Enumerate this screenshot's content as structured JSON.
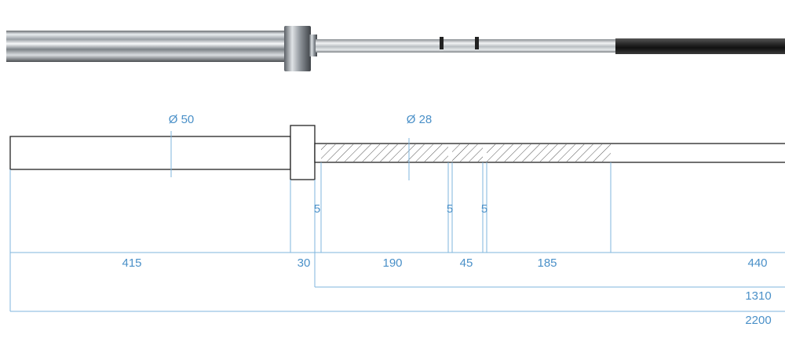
{
  "diameters": {
    "sleeve": "Ø 50",
    "shaft": "Ø 28"
  },
  "knurl_marks": [
    "5",
    "5",
    "5"
  ],
  "segments": [
    "415",
    "30",
    "190",
    "45",
    "185",
    "440"
  ],
  "totals": {
    "inner": "1310",
    "overall": "2200"
  },
  "colors": {
    "dimension_text": "#4a90c8",
    "dimension_line": "#7fb6de",
    "outline": "#222222",
    "hatch": "#555555"
  }
}
